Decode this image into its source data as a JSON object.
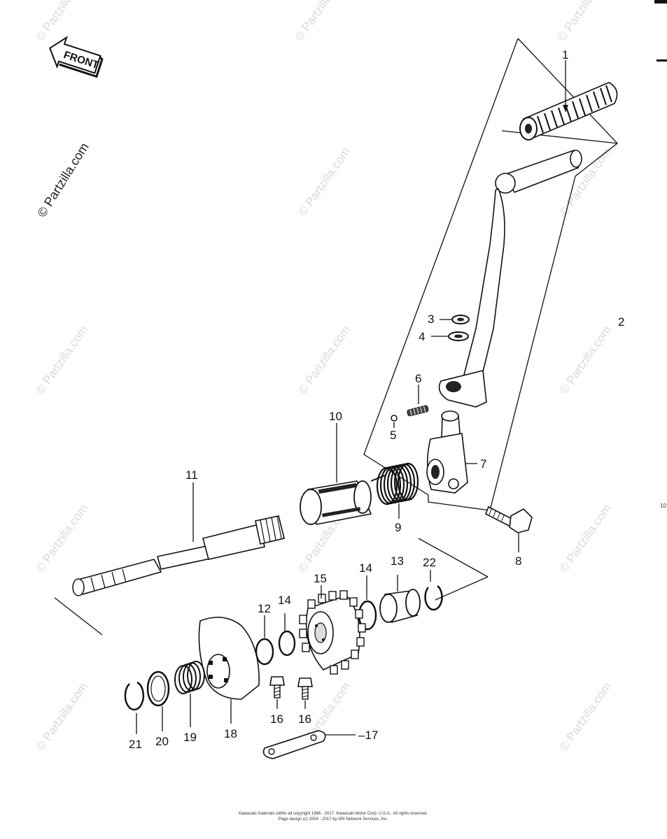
{
  "front_arrow_label": "FRONT",
  "watermark_text": "© Partzilla.com",
  "labels": {
    "p1": "1",
    "p2": "2",
    "p3": "3",
    "p4": "4",
    "p5": "5",
    "p6": "6",
    "p7": "7",
    "p8": "8",
    "p9": "9",
    "p10": "10",
    "p11": "11",
    "p12": "12",
    "p13": "13",
    "p14a": "14",
    "p14b": "14",
    "p15": "15",
    "p16a": "16",
    "p16b": "16",
    "p17": "–17",
    "p18": "18",
    "p19": "19",
    "p20": "20",
    "p21": "21",
    "p22": "22"
  },
  "footer": {
    "line1": "Kawasaki materials within all copyright 1966 - 2017, Kawasaki Motor Corp. U.S.A.. All rights reserved.",
    "line2": "Page design (c) 2004 - 2017 by ARI Network Services, Inc."
  }
}
